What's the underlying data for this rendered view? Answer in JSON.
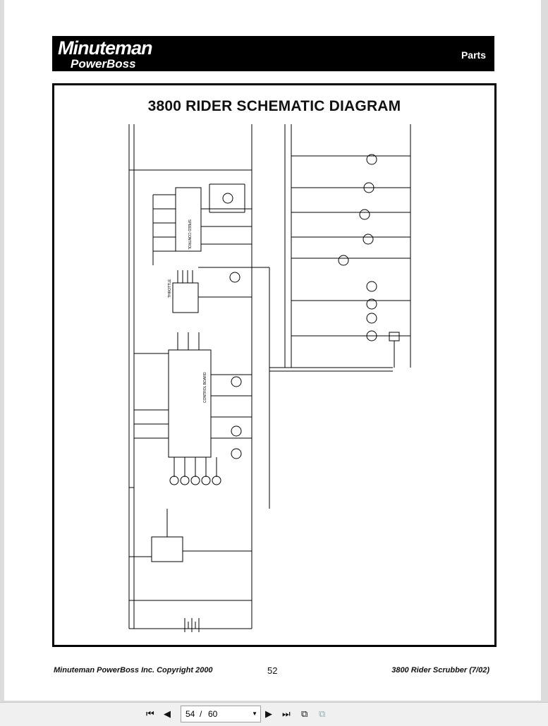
{
  "header": {
    "brand_line1": "Minuteman",
    "brand_line2": "PowerBoss",
    "section": "Parts"
  },
  "diagram": {
    "title": "3800 RIDER SCHEMATIC DIAGRAM",
    "blocks": {
      "speed_control": "SPEED CONTROL",
      "throttle": "THROTTLE",
      "control_board": "CONTROL BOARD"
    }
  },
  "footer": {
    "copyright": "Minuteman PowerBoss Inc. Copyright 2000",
    "page_number": "52",
    "model": "3800 Rider Scrubber (7/02)"
  },
  "viewer": {
    "current_page": "54",
    "separator": "/",
    "total_pages": "60"
  }
}
